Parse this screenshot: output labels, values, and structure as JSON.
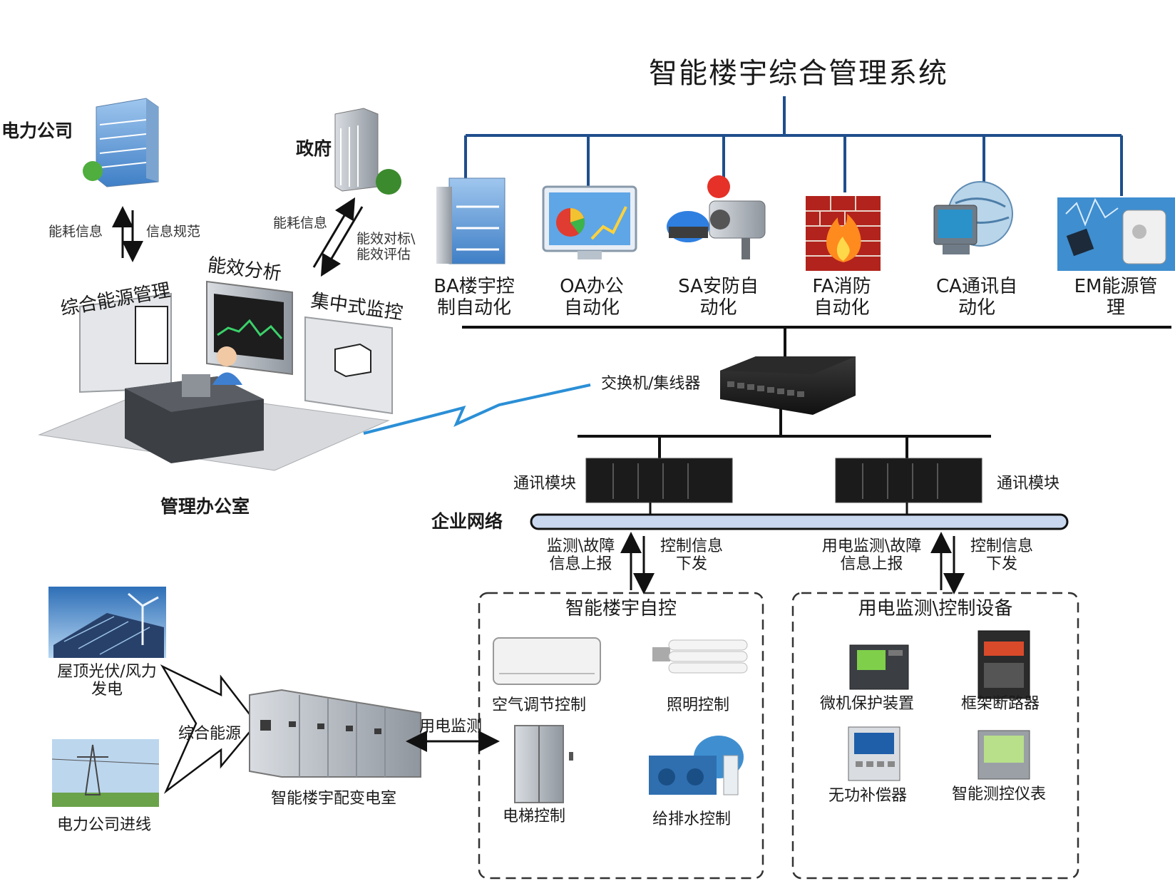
{
  "title": "智能楼宇综合管理系统",
  "subsystems": [
    {
      "line1": "BA楼宇控",
      "line2": "制自动化",
      "icon": "building-icon"
    },
    {
      "line1": "OA办公",
      "line2": "自动化",
      "icon": "monitor-chart-icon"
    },
    {
      "line1": "SA安防自",
      "line2": "动化",
      "icon": "siren-camera-icon"
    },
    {
      "line1": "FA消防",
      "line2": "自动化",
      "icon": "firewall-icon"
    },
    {
      "line1": "CA通讯自",
      "line2": "动化",
      "icon": "computer-network-icon"
    },
    {
      "line1": "EM能源管",
      "line2": "理",
      "icon": "energy-meter-icon"
    }
  ],
  "left": {
    "power_company": "电力公司",
    "government": "政府",
    "energy_info_1": "能耗信息",
    "info_spec": "信息规范",
    "energy_info_2": "能耗信息",
    "benchmark_1": "能效对标\\",
    "benchmark_2": "能效评估",
    "integrated_energy_mgmt": "综合能源管理",
    "efficiency_analysis": "能效分析",
    "central_monitoring": "集中式监控",
    "office": "管理办公室"
  },
  "network": {
    "switch": "交换机/集线器",
    "comm_module_left": "通讯模块",
    "comm_module_right": "通讯模块",
    "enterprise_network": "企业网络",
    "report_left_1": "监测\\故障",
    "report_left_2": "信息上报",
    "control_left_1": "控制信息",
    "control_left_2": "下发",
    "report_right_1": "用电监测\\故障",
    "report_right_2": "信息上报",
    "control_right_1": "控制信息",
    "control_right_2": "下发"
  },
  "building_control": {
    "title": "智能楼宇自控",
    "items": [
      "空气调节控制",
      "照明控制",
      "电梯控制",
      "给排水控制"
    ]
  },
  "power_devices": {
    "title": "用电监测\\控制设备",
    "items": [
      "微机保护装置",
      "框架断路器",
      "无功补偿器",
      "智能测控仪表"
    ]
  },
  "bottom_left": {
    "solar_wind_1": "屋顶光伏/风力",
    "solar_wind_2": "发电",
    "grid_in": "电力公司进线",
    "integrated_energy": "综合能源",
    "substation": "智能楼宇配变电室",
    "power_monitoring": "用电监测"
  },
  "colors": {
    "bus_blue": "#1f4e8c",
    "black_line": "#111111",
    "enterprise_bar": "#c9d8ee",
    "lightning": "#2b8fd6"
  }
}
